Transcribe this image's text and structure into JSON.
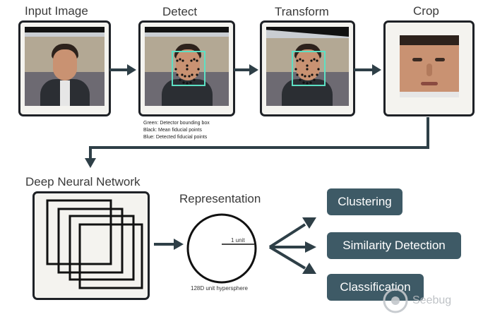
{
  "stages": {
    "input_title": "Input Image",
    "detect_title": "Detect",
    "transform_title": "Transform",
    "crop_title": "Crop"
  },
  "detect_legend": {
    "green": "Green: Detector bounding box",
    "black": "Black: Mean fiducial points",
    "blue": "Blue: Detected fiducial points"
  },
  "network": {
    "title": "Deep Neural Network"
  },
  "representation": {
    "title": "Representation",
    "unit_label": "1 unit",
    "caption": "128D unit hypersphere"
  },
  "outputs": [
    {
      "label": "Clustering"
    },
    {
      "label": "Similarity Detection"
    },
    {
      "label": "Classification"
    }
  ],
  "watermark": {
    "text": "Seebug"
  },
  "colors": {
    "frame": "#1e2126",
    "arrow": "#2e3f47",
    "pill": "#3e5a66",
    "bbox": "#5de0c4",
    "skin": "#c99272",
    "suit": "#2b2e33"
  }
}
